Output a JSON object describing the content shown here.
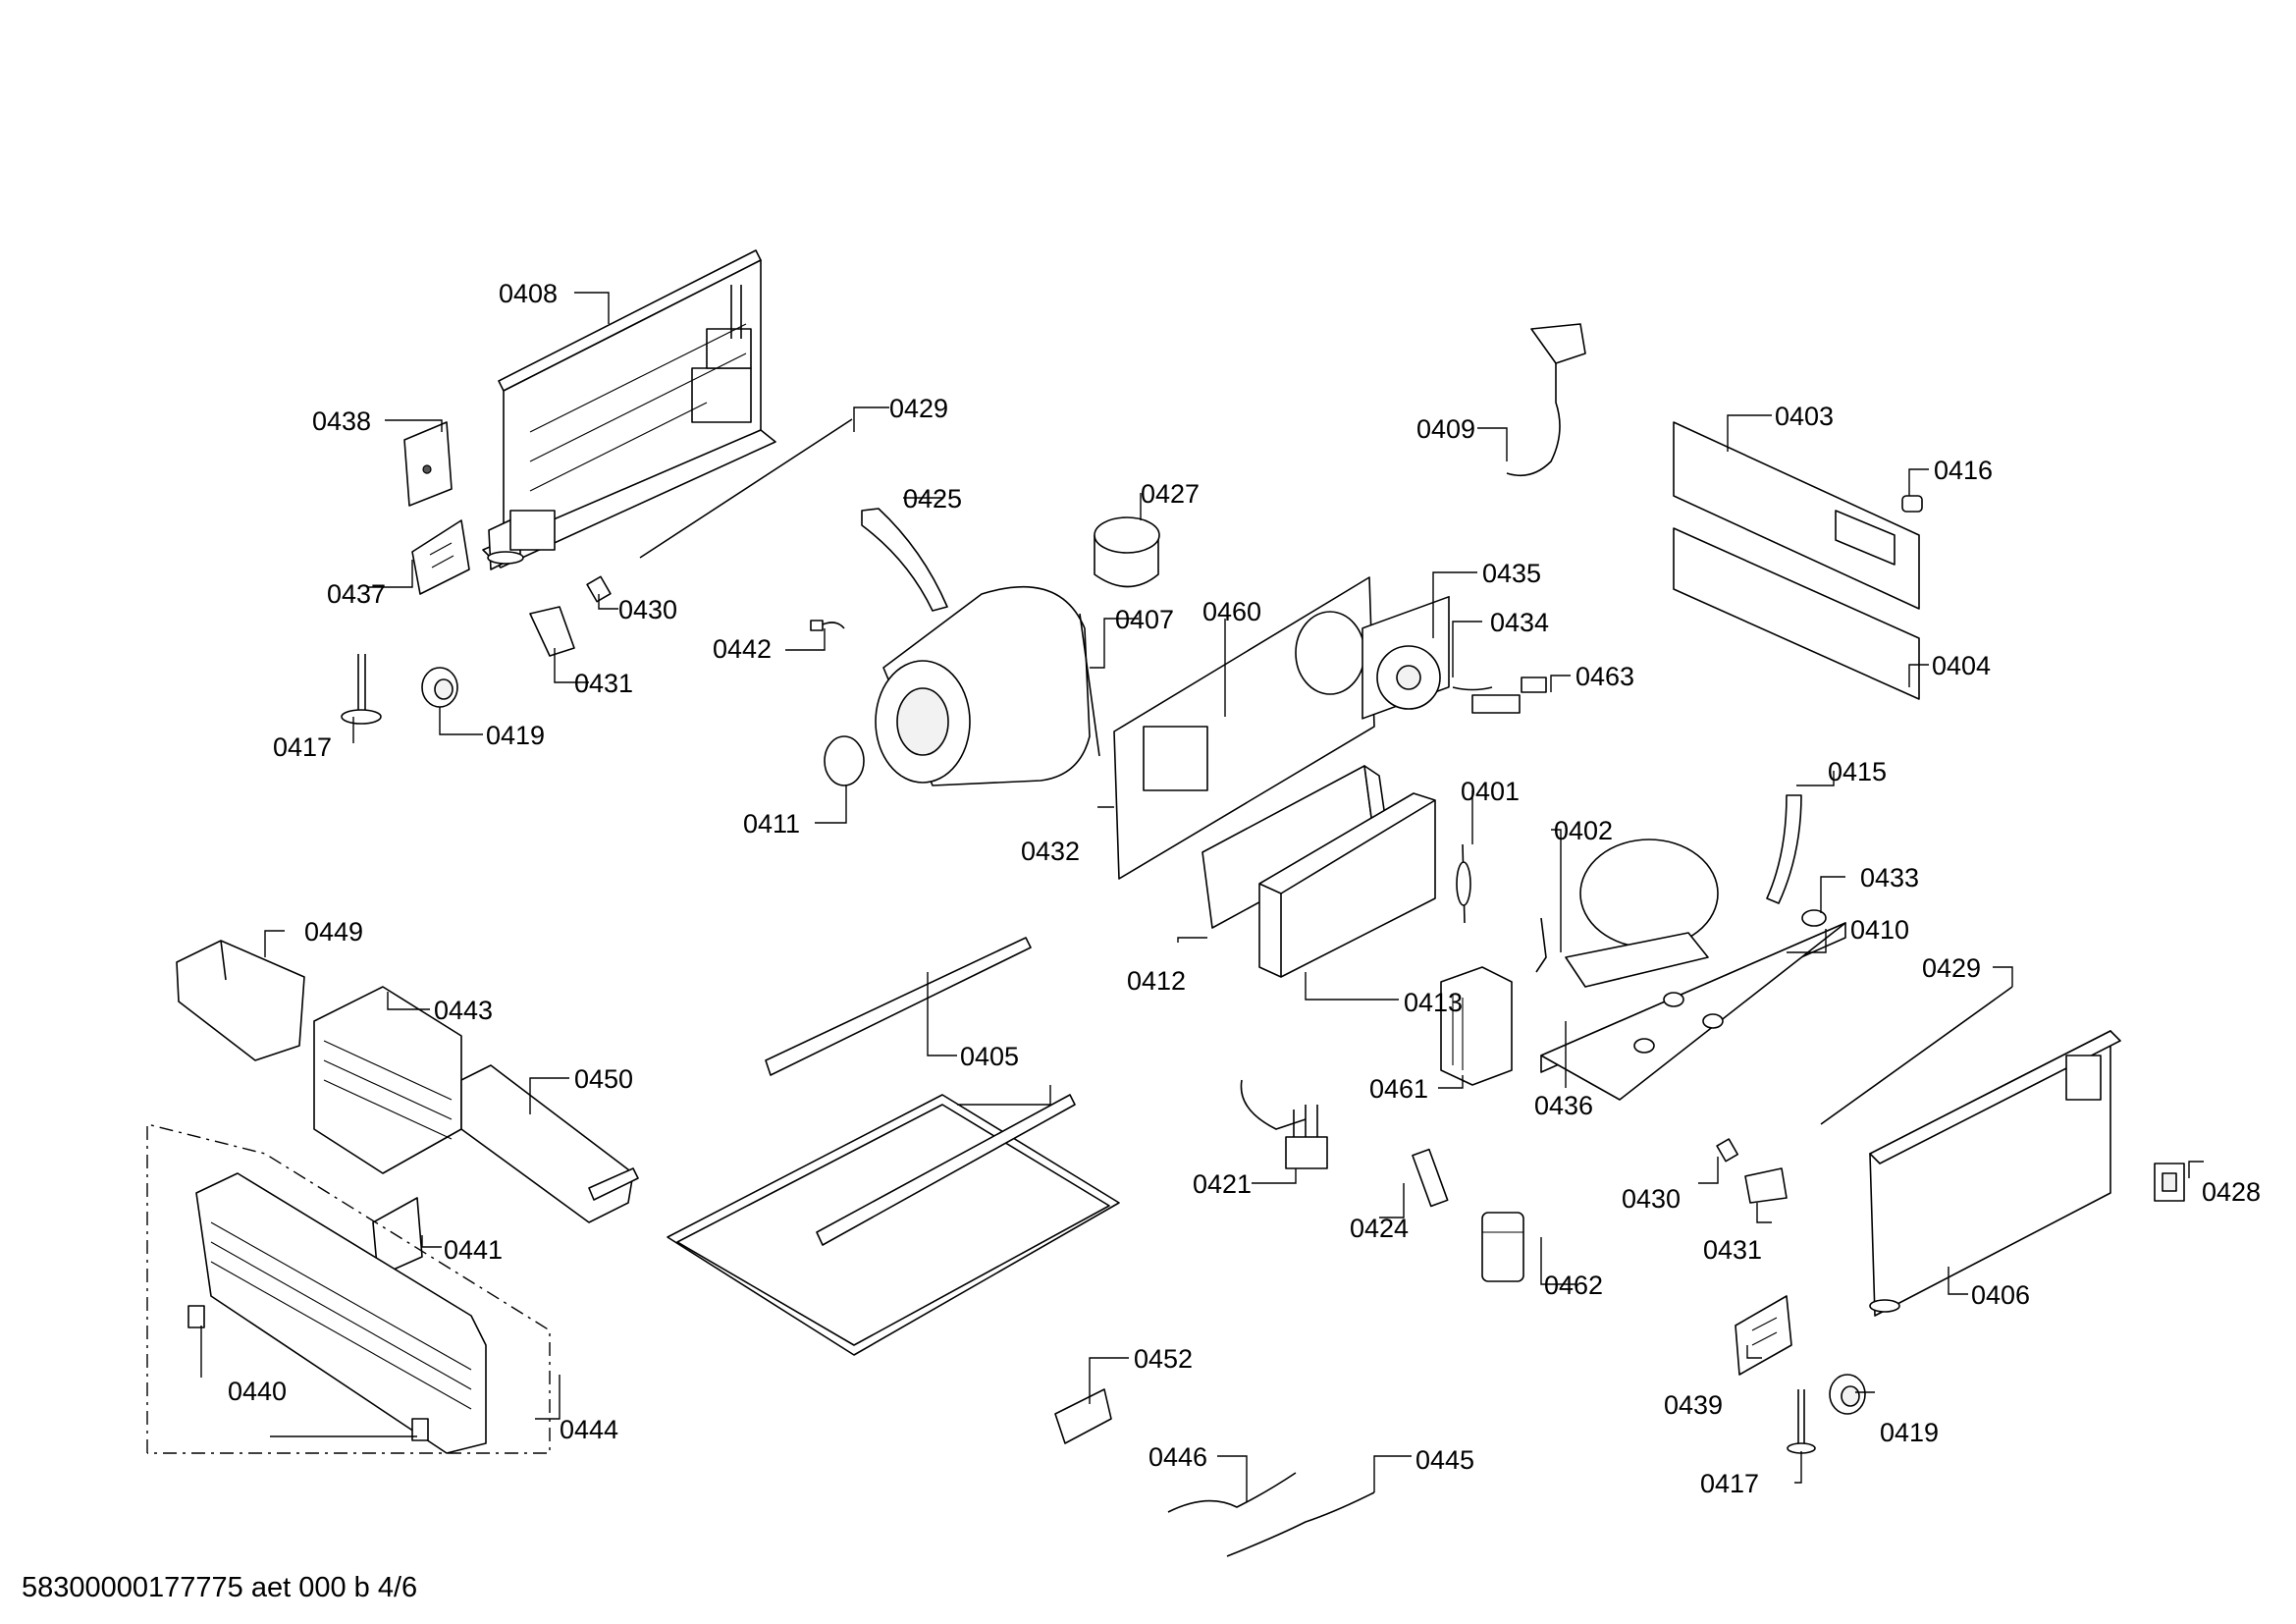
{
  "document_ref": "58300000177775 aet 000 b 4/6",
  "labels": {
    "p0408": "0408",
    "p0438": "0438",
    "p0429a": "0429",
    "p0425": "0425",
    "p0427": "0427",
    "p0437": "0437",
    "p0430a": "0430",
    "p0442": "0442",
    "p0407": "0407",
    "p0460": "0460",
    "p0417a": "0417",
    "p0419a": "0419",
    "p0431a": "0431",
    "p0411": "0411",
    "p0432": "0432",
    "p0409": "0409",
    "p0403": "0403",
    "p0416": "0416",
    "p0435": "0435",
    "p0434": "0434",
    "p0463": "0463",
    "p0404": "0404",
    "p0401": "0401",
    "p0415": "0415",
    "p0402": "0402",
    "p0433": "0433",
    "p0410": "0410",
    "p0429b": "0429",
    "p0412": "0412",
    "p0413": "0413",
    "p0449": "0449",
    "p0443": "0443",
    "p0405": "0405",
    "p0450": "0450",
    "p0461": "0461",
    "p0436": "0436",
    "p0421": "0421",
    "p0424": "0424",
    "p0441": "0441",
    "p0430b": "0430",
    "p0431b": "0431",
    "p0428": "0428",
    "p0462": "0462",
    "p0406": "0406",
    "p0452": "0452",
    "p0440": "0440",
    "p0444": "0444",
    "p0439": "0439",
    "p0419b": "0419",
    "p0446": "0446",
    "p0445": "0445",
    "p0417b": "0417"
  }
}
